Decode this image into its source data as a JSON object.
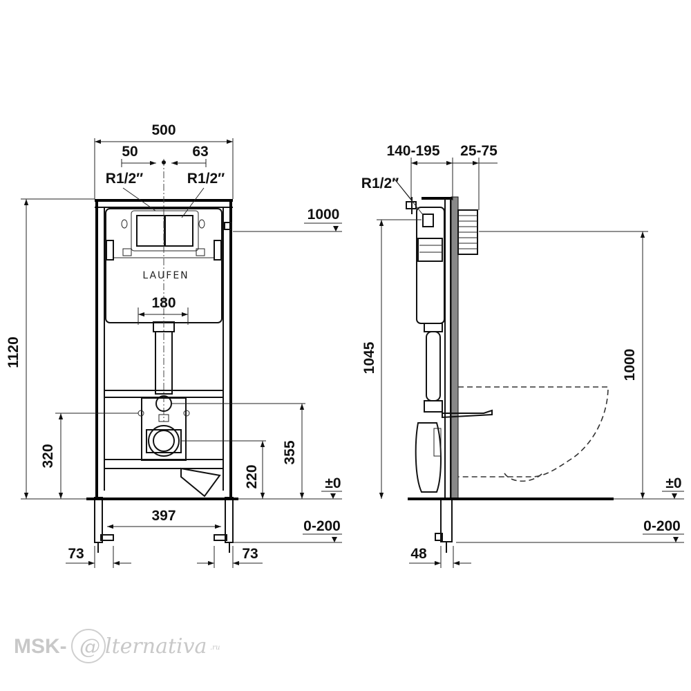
{
  "front_view": {
    "width_total": "500",
    "offset_left": "50",
    "offset_right": "63",
    "thread_left": "R1/2″",
    "thread_right": "R1/2″",
    "brand": "LAUFEN",
    "pipe_spacing": "180",
    "height_total": "1120",
    "button_level": "1000",
    "height_320": "320",
    "height_220": "220",
    "height_355": "355",
    "floor_level": "±0",
    "foot_spacing": "397",
    "foot_adjust": "0-200",
    "foot_left": "73",
    "foot_right": "73"
  },
  "side_view": {
    "depth_range": "140-195",
    "wall_range": "25-75",
    "thread": "R1/2″",
    "height_1045": "1045",
    "height_1000": "1000",
    "floor_level": "±0",
    "foot_adjust": "0-200",
    "foot_depth": "48"
  },
  "watermark": {
    "prefix": "MSK-",
    "at": "@",
    "name": "lternativa",
    "suffix": ".ru"
  }
}
